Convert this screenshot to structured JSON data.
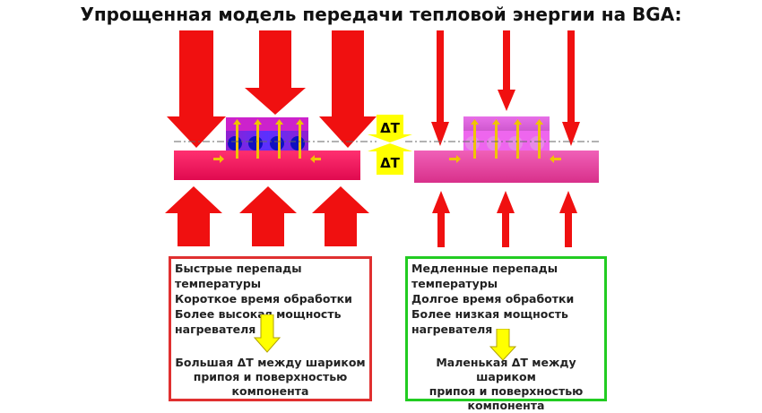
{
  "title": "Упрощенная модель передачи тепловой энергии на BGA:",
  "delta_label_top": "ΔT",
  "delta_label_bottom": "ΔT",
  "left_box": {
    "lines": [
      "Быстрые перепады температуры",
      "Короткое время обработки",
      "Более высокая мощность",
      "нагревателя"
    ],
    "conclusion": [
      "Большая ΔT между шариком",
      "припоя и поверхностью",
      "компонента"
    ]
  },
  "right_box": {
    "lines": [
      "Медленные перепады",
      "температуры",
      "Долгое время обработки",
      "Более низкая мощность",
      "нагревателя"
    ],
    "conclusion": [
      "Маленькая ΔT между шариком",
      "припоя и поверхностью",
      "компонента"
    ]
  },
  "colors": {
    "arrow_red": "#f01010",
    "board_left": "#ee1060",
    "chip_left": "#7a20e0",
    "ball_left": "#1010c0",
    "board_right": "#e040a0",
    "chip_right": "#dd66dd",
    "ball_right": "#e68ae6",
    "small_arrow": "#e8c000",
    "down_arrow_yellow": "#ffff00",
    "box_left_border": "#e03030",
    "box_right_border": "#22cc22"
  }
}
